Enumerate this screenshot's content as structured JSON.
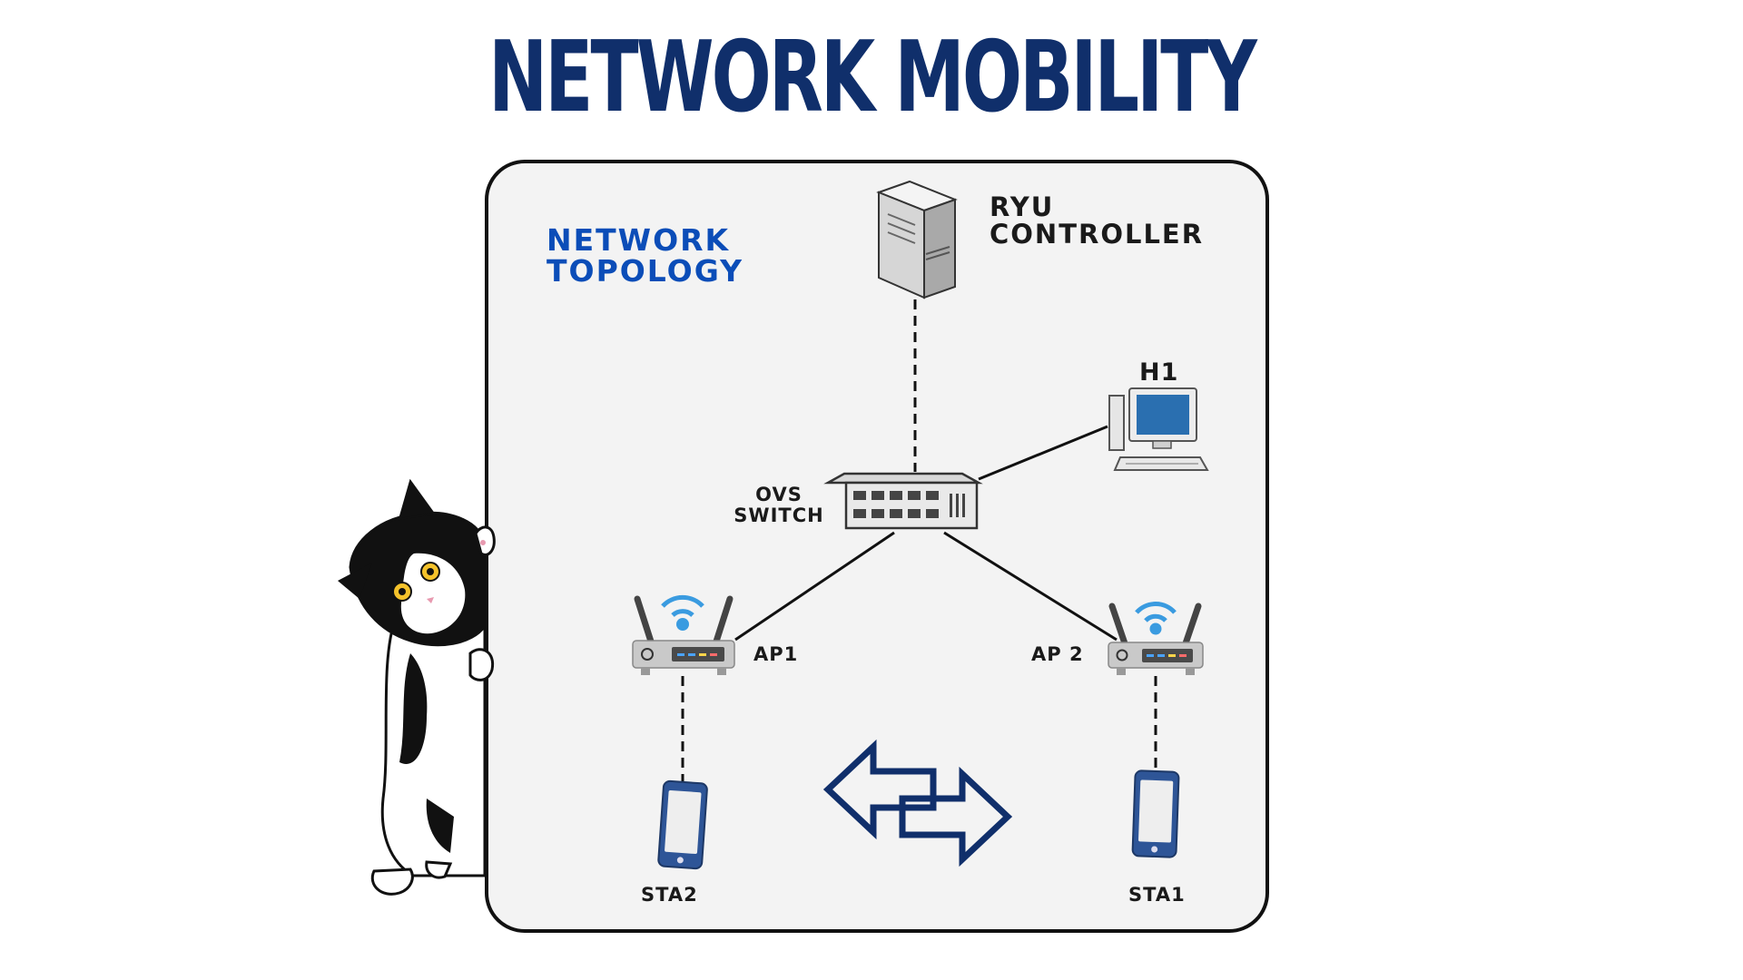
{
  "title": "NETWORK MOBILITY",
  "topology_label": [
    "NETWORK",
    "TOPOLOGY"
  ],
  "nodes": {
    "controller": [
      "RYU",
      "CONTROLLER"
    ],
    "h1": "H1",
    "switch": [
      "OVS",
      "SWITCH"
    ],
    "ap1": "AP1",
    "ap2": "AP 2",
    "sta2": "STA2",
    "sta1": "STA1"
  },
  "links": [
    {
      "from": "controller",
      "to": "switch",
      "style": "dashed"
    },
    {
      "from": "switch",
      "to": "h1",
      "style": "solid"
    },
    {
      "from": "switch",
      "to": "ap1",
      "style": "solid"
    },
    {
      "from": "switch",
      "to": "ap2",
      "style": "solid"
    },
    {
      "from": "ap1",
      "to": "sta2",
      "style": "dashed"
    },
    {
      "from": "ap2",
      "to": "sta1",
      "style": "dashed"
    }
  ],
  "colors": {
    "title": "#102f6b",
    "topology_label": "#0b4db8",
    "arrows": "#102f6b"
  }
}
